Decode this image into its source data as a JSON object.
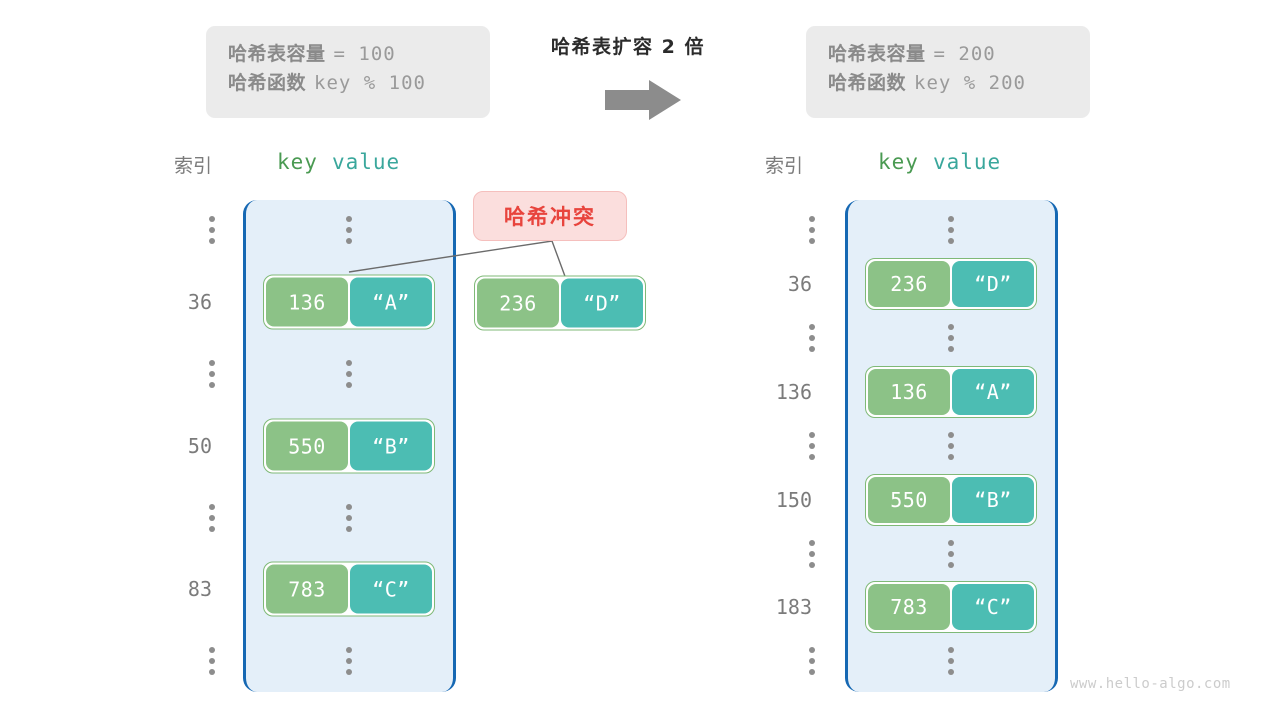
{
  "center": {
    "title": "哈希表扩容 2 倍",
    "arrow_icon": "right-arrow-icon"
  },
  "left_info": {
    "capacity_label": "哈希表容量",
    "capacity_expr": "= 100",
    "function_label": "哈希函数",
    "function_expr": "key % 100"
  },
  "right_info": {
    "capacity_label": "哈希表容量",
    "capacity_expr": "= 200",
    "function_label": "哈希函数",
    "function_expr": "key % 200"
  },
  "left_table": {
    "index_header": "索引",
    "key_header": "key",
    "value_header": "value",
    "rows": [
      {
        "type": "dots",
        "index": "⋮"
      },
      {
        "type": "entry",
        "index": "36",
        "key": "136",
        "value": "“A”"
      },
      {
        "type": "dots",
        "index": "⋮"
      },
      {
        "type": "entry",
        "index": "50",
        "key": "550",
        "value": "“B”"
      },
      {
        "type": "dots",
        "index": "⋮"
      },
      {
        "type": "entry",
        "index": "83",
        "key": "783",
        "value": "“C”"
      },
      {
        "type": "dots",
        "index": "⋮"
      }
    ]
  },
  "right_table": {
    "index_header": "索引",
    "key_header": "key",
    "value_header": "value",
    "rows": [
      {
        "type": "dots",
        "index": "⋮"
      },
      {
        "type": "entry",
        "index": "36",
        "key": "236",
        "value": "“D”"
      },
      {
        "type": "dots",
        "index": "⋮"
      },
      {
        "type": "entry",
        "index": "136",
        "key": "136",
        "value": "“A”"
      },
      {
        "type": "dots",
        "index": "⋮"
      },
      {
        "type": "entry",
        "index": "150",
        "key": "550",
        "value": "“B”"
      },
      {
        "type": "dots",
        "index": "⋮"
      },
      {
        "type": "entry",
        "index": "183",
        "key": "783",
        "value": "“C”"
      },
      {
        "type": "dots",
        "index": "⋮"
      }
    ]
  },
  "collision": {
    "label": "哈希冲突",
    "overflow_entry": {
      "key": "236",
      "value": "“D”"
    }
  },
  "watermark": "www.hello-algo.com",
  "colors": {
    "key_cell": "#8cc287",
    "value_cell": "#4cbdb3",
    "pair_border": "#7fb977",
    "bucket_fill": "#e4eff9",
    "bucket_border": "#1668b3",
    "callout_fill": "#fbdedd",
    "callout_text": "#e8443d",
    "info_fill": "#ebebeb",
    "key_header": "#4a9a52",
    "value_header": "#3aa79c",
    "arrow": "#8c8c8c"
  }
}
